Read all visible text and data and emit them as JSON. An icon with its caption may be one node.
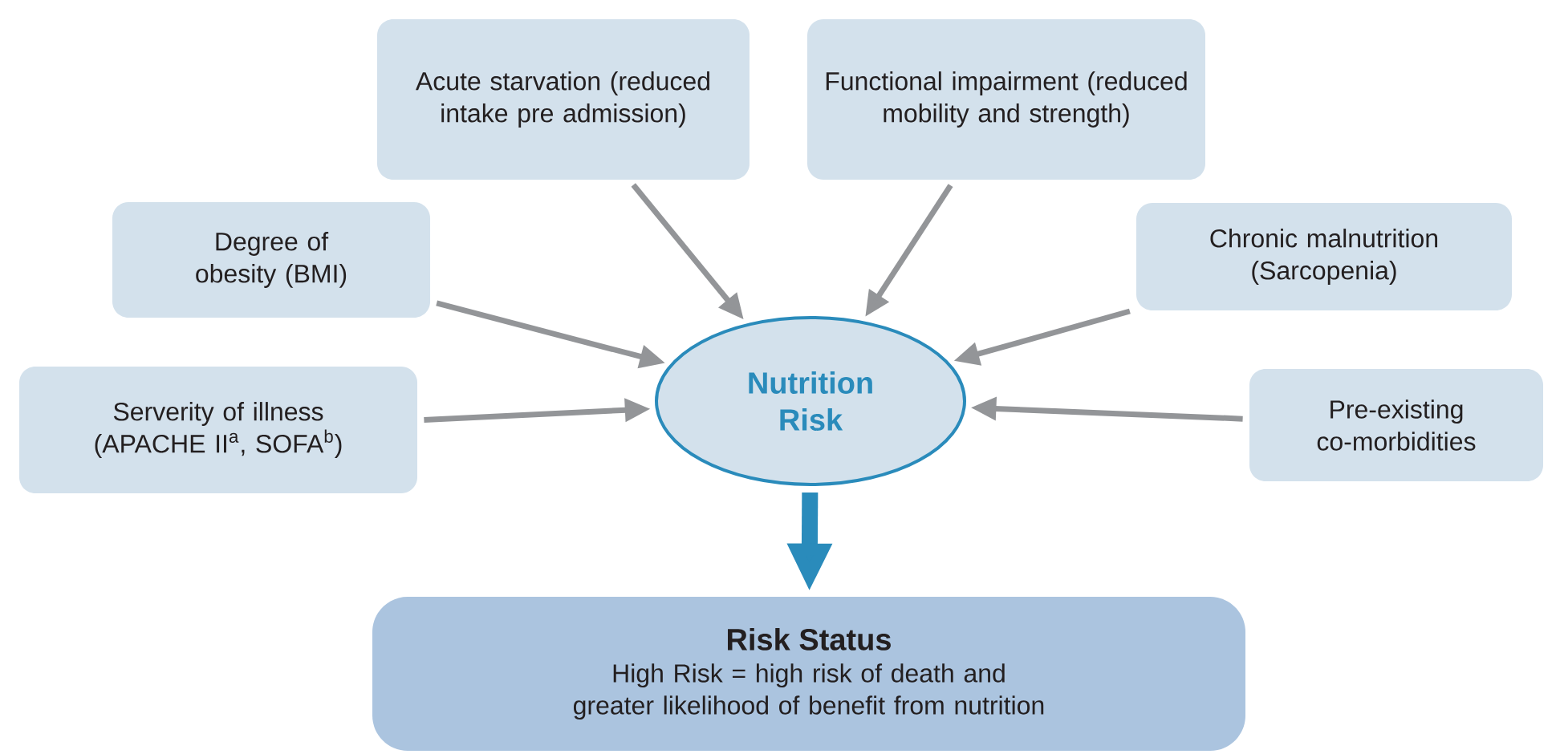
{
  "diagram": {
    "nodes": [
      {
        "text": [
          "Acute starvation (reduced intake pre admission)"
        ]
      },
      {
        "text": [
          "Functional impairment (reduced mobility and strength)"
        ]
      },
      {
        "text": [
          "Degree of obesity (BMI)"
        ]
      },
      {
        "text": [
          "Chronic malnutrition (Sarcopenia)"
        ]
      },
      {
        "text": [
          "Serverity of illness (APACHE II$^{a}$, SOFA$^{b}$)"
        ]
      },
      {
        "text": [
          "Pre-existing co-morbidities"
        ]
      },
      {
        "text": [
          "Nutrition Risk"
        ]
      },
      {
        "text": [
          "Risk Status",
          "High Risk = high risk of death and greater likelihood of benefit from nutrition"
        ]
      }
    ],
    "edges": [
      {
        "from": 0,
        "to": 6,
        "arrow": "to"
      },
      {
        "from": 1,
        "to": 6,
        "arrow": "to"
      },
      {
        "from": 2,
        "to": 6,
        "arrow": "to"
      },
      {
        "from": 3,
        "to": 6,
        "arrow": "to"
      },
      {
        "from": 4,
        "to": 6,
        "arrow": "to"
      },
      {
        "from": 5,
        "to": 6,
        "arrow": "to"
      },
      {
        "from": 6,
        "to": 7,
        "arrow": "to",
        "style": "thick",
        "color": "#2a8bbb"
      }
    ]
  }
}
